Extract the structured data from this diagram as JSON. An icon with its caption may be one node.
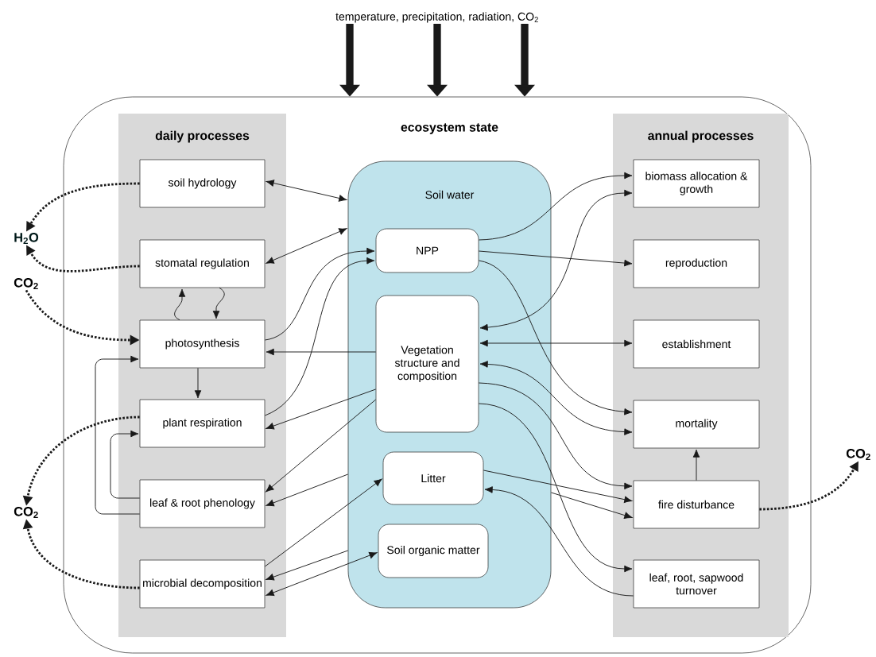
{
  "diagram": {
    "nodes": [
      {
        "text": [
          "temperature, precipitation, radiation, CO$_{2}$"
        ]
      },
      {
        "text": [],
        "shape": "box"
      },
      {
        "text": [
          "daily processes"
        ],
        "in": 1
      },
      {
        "text": [
          "ecosystem state",
          "Soil water"
        ],
        "in": 1
      },
      {
        "text": [
          "annual processes"
        ],
        "in": 1
      },
      {
        "text": [
          "soil hydrology"
        ],
        "in": 2
      },
      {
        "text": [
          "stomatal regulation"
        ],
        "in": 2
      },
      {
        "text": [
          "photosynthesis"
        ],
        "in": 2
      },
      {
        "text": [
          "plant respiration"
        ],
        "in": 2
      },
      {
        "text": [
          "leaf & root phenology"
        ],
        "in": 2
      },
      {
        "text": [
          "microbial decomposition"
        ],
        "in": 2
      },
      {
        "text": [
          "NPP"
        ],
        "in": 3
      },
      {
        "text": [
          "Vegetation structure and composition"
        ],
        "in": 3
      },
      {
        "text": [
          "Litter"
        ],
        "in": 3
      },
      {
        "text": [
          "Soil organic matter"
        ],
        "in": 3
      },
      {
        "text": [
          "biomass allocation & growth"
        ],
        "in": 4
      },
      {
        "text": [
          "reproduction"
        ],
        "in": 4
      },
      {
        "text": [
          "establishment"
        ],
        "in": 4
      },
      {
        "text": [
          "mortality"
        ],
        "in": 4
      },
      {
        "text": [
          "fire disturbance"
        ],
        "in": 4
      },
      {
        "text": [
          "leaf, root, sapwood turnover"
        ],
        "in": 4
      },
      {
        "text": [
          "H$_{2}$O"
        ]
      },
      {
        "text": [
          "CO$_{2}$"
        ]
      },
      {
        "text": [
          "CO$_{2}$"
        ]
      },
      {
        "text": [
          "CO$_{2}$"
        ]
      }
    ],
    "edges": [
      {
        "from": 0,
        "to": 1,
        "arrow": "to",
        "style": "thick"
      },
      {
        "from": 0,
        "to": 1,
        "arrow": "to",
        "style": "thick"
      },
      {
        "from": 0,
        "to": 1,
        "arrow": "to",
        "style": "thick"
      },
      {
        "from": 5,
        "to": 3,
        "arrow": "both"
      },
      {
        "from": 6,
        "to": 3,
        "arrow": "both"
      },
      {
        "from": 6,
        "to": 7,
        "arrow": "to"
      },
      {
        "from": 7,
        "to": 6,
        "arrow": "to"
      },
      {
        "from": 7,
        "to": 11,
        "arrow": "to"
      },
      {
        "from": 12,
        "to": 7,
        "arrow": "to"
      },
      {
        "from": 7,
        "to": 8,
        "arrow": "to"
      },
      {
        "from": 8,
        "to": 11,
        "arrow": "to"
      },
      {
        "from": 9,
        "to": 7,
        "arrow": "to"
      },
      {
        "from": 9,
        "to": 8,
        "arrow": "to"
      },
      {
        "from": 12,
        "to": 8,
        "arrow": "to"
      },
      {
        "from": 12,
        "to": 9,
        "arrow": "to"
      },
      {
        "from": 3,
        "to": 9,
        "arrow": "to"
      },
      {
        "from": 10,
        "to": 13,
        "arrow": "to"
      },
      {
        "from": 3,
        "to": 10,
        "arrow": "to"
      },
      {
        "from": 10,
        "to": 14,
        "arrow": "both"
      },
      {
        "from": 5,
        "to": 21,
        "arrow": "to",
        "style": "dashed"
      },
      {
        "from": 6,
        "to": 21,
        "arrow": "to",
        "style": "dashed"
      },
      {
        "from": 22,
        "to": 7,
        "arrow": "to",
        "style": "dashed"
      },
      {
        "from": 8,
        "to": 23,
        "arrow": "to",
        "style": "dashed"
      },
      {
        "from": 10,
        "to": 23,
        "arrow": "to",
        "style": "dashed"
      },
      {
        "from": 19,
        "to": 24,
        "arrow": "to",
        "style": "dashed"
      },
      {
        "from": 11,
        "to": 15,
        "arrow": "to"
      },
      {
        "from": 12,
        "to": 15,
        "arrow": "both"
      },
      {
        "from": 11,
        "to": 16,
        "arrow": "to"
      },
      {
        "from": 11,
        "to": 18,
        "arrow": "to"
      },
      {
        "from": 12,
        "to": 17,
        "arrow": "both"
      },
      {
        "from": 12,
        "to": 18,
        "arrow": "both"
      },
      {
        "from": 12,
        "to": 19,
        "arrow": "to"
      },
      {
        "from": 13,
        "to": 19,
        "arrow": "to"
      },
      {
        "from": 3,
        "to": 19,
        "arrow": "to"
      },
      {
        "from": 12,
        "to": 20,
        "arrow": "to"
      },
      {
        "from": 20,
        "to": 13,
        "arrow": "to"
      },
      {
        "from": 19,
        "to": 18,
        "arrow": "to"
      }
    ]
  }
}
